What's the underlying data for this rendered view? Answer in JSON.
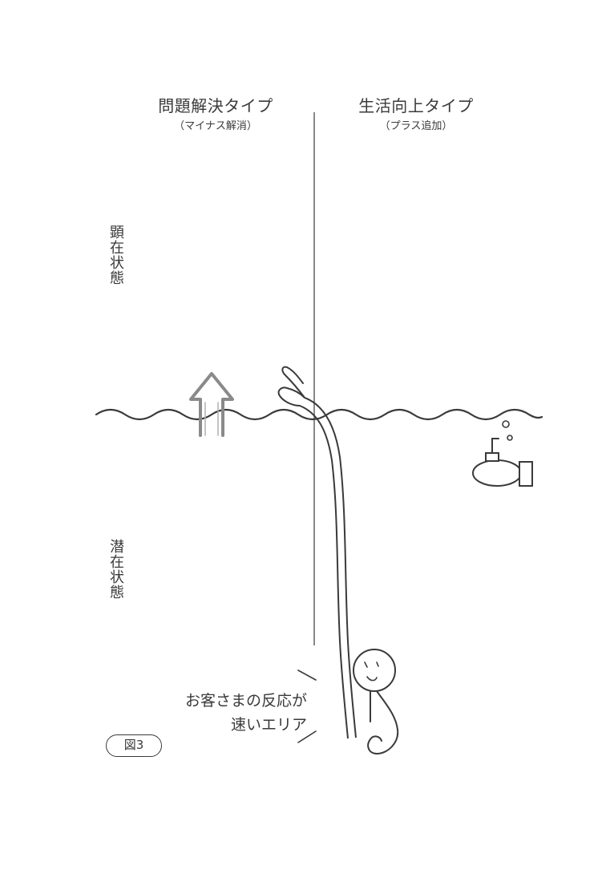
{
  "left_column": {
    "title": "問題解決タイプ",
    "subtitle": "（マイナス解消）"
  },
  "right_column": {
    "title": "生活向上タイプ",
    "subtitle": "（プラス追加）"
  },
  "states": {
    "upper": "顕在状態",
    "lower": "潜在状態"
  },
  "annotation": {
    "line1": "お客さまの反応が",
    "line2": "速いエリア"
  },
  "figure_label": "図3"
}
